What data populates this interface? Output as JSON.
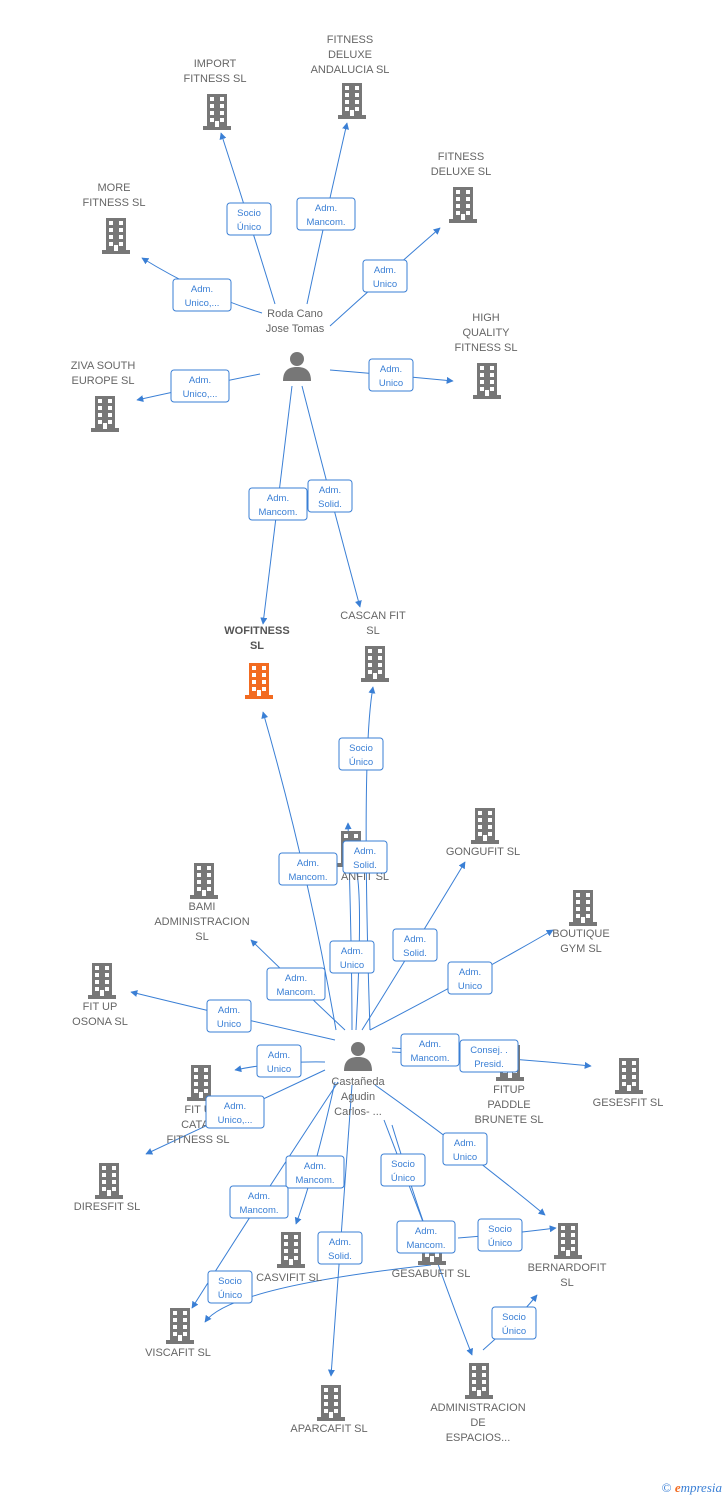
{
  "colors": {
    "edge": "#3a7fd5",
    "building": "#777777",
    "focus_building": "#f26b21",
    "person": "#777777"
  },
  "people": [
    {
      "id": "p1",
      "lines": [
        "Roda Cano",
        "Jose Tomas"
      ]
    },
    {
      "id": "p2",
      "lines": [
        "Castañeda",
        "Agudin",
        "Carlos- ..."
      ]
    }
  ],
  "companies": [
    {
      "id": "import",
      "lines": [
        "IMPORT",
        "FITNESS  SL"
      ]
    },
    {
      "id": "deluxe_and",
      "lines": [
        "FITNESS",
        "DELUXE",
        "ANDALUCIA  SL"
      ]
    },
    {
      "id": "deluxe",
      "lines": [
        "FITNESS",
        "DELUXE SL"
      ]
    },
    {
      "id": "more",
      "lines": [
        "MORE",
        "FITNESS  SL"
      ]
    },
    {
      "id": "high",
      "lines": [
        "HIGH",
        "QUALITY",
        "FITNESS SL"
      ]
    },
    {
      "id": "ziva",
      "lines": [
        "ZIVA SOUTH",
        "EUROPE  SL"
      ]
    },
    {
      "id": "wofitness",
      "lines": [
        "WOFITNESS",
        "SL"
      ],
      "focus": true
    },
    {
      "id": "cascan",
      "lines": [
        "CASCAN FIT",
        "SL"
      ]
    },
    {
      "id": "anfit",
      "lines": [
        "ANFIT  SL"
      ]
    },
    {
      "id": "gongufit",
      "lines": [
        "GONGUFIT  SL"
      ]
    },
    {
      "id": "bami",
      "lines": [
        "BAMI",
        "ADMINISTRACION",
        "SL"
      ]
    },
    {
      "id": "boutique",
      "lines": [
        "BOUTIQUE",
        "GYM  SL"
      ]
    },
    {
      "id": "fitup_osona",
      "lines": [
        "FIT UP",
        "OSONA  SL"
      ]
    },
    {
      "id": "gesesfit",
      "lines": [
        "GESESFIT SL"
      ]
    },
    {
      "id": "fitup_paddle",
      "lines": [
        "FITUP",
        "PADDLE",
        "BRUNETE  SL"
      ]
    },
    {
      "id": "fitup_cat",
      "lines": [
        "FIT U",
        "CATAL",
        "FITNESS  SL"
      ]
    },
    {
      "id": "diresfit",
      "lines": [
        "DIRESFIT  SL"
      ]
    },
    {
      "id": "casvifit",
      "lines": [
        "CASVIFIT  SL"
      ]
    },
    {
      "id": "gesabufit",
      "lines": [
        "GESABUFIT  SL"
      ]
    },
    {
      "id": "bernardofit",
      "lines": [
        "BERNARDOFIT",
        "SL"
      ]
    },
    {
      "id": "viscafit",
      "lines": [
        "VISCAFIT  SL"
      ]
    },
    {
      "id": "admin_esp",
      "lines": [
        "ADMINISTRACION",
        "DE",
        "ESPACIOS..."
      ]
    },
    {
      "id": "aparcafit",
      "lines": [
        "APARCAFIT  SL"
      ]
    }
  ],
  "relations": [
    {
      "from": "p1",
      "to": "import",
      "label": [
        "Socio",
        "Único"
      ]
    },
    {
      "from": "p1",
      "to": "deluxe_and",
      "label": [
        "Adm.",
        "Mancom."
      ]
    },
    {
      "from": "p1",
      "to": "deluxe",
      "label": [
        "Adm.",
        "Unico"
      ]
    },
    {
      "from": "p1",
      "to": "more",
      "label": [
        "Adm.",
        "Unico,..."
      ]
    },
    {
      "from": "p1",
      "to": "high",
      "label": [
        "Adm.",
        "Unico"
      ]
    },
    {
      "from": "p1",
      "to": "ziva",
      "label": [
        "Adm.",
        "Unico,..."
      ]
    },
    {
      "from": "p1",
      "to": "wofitness",
      "label": [
        "Adm.",
        "Mancom."
      ]
    },
    {
      "from": "p1",
      "to": "cascan",
      "label": [
        "Adm.",
        "Solid."
      ]
    },
    {
      "from": "p2",
      "to": "cascan",
      "label": [
        "Socio",
        "Único"
      ]
    },
    {
      "from": "p2",
      "to": "wofitness",
      "label": [
        "Adm.",
        "Mancom."
      ]
    },
    {
      "from": "p2",
      "to": "anfit",
      "label": [
        "Adm.",
        "Solid."
      ]
    },
    {
      "from": "p2",
      "to": "anfit",
      "label": [
        "Adm.",
        "Unico"
      ]
    },
    {
      "from": "p2",
      "to": "gongufit",
      "label": [
        "Adm.",
        "Solid."
      ]
    },
    {
      "from": "p2",
      "to": "bami",
      "label": [
        "Adm.",
        "Mancom."
      ]
    },
    {
      "from": "p2",
      "to": "boutique",
      "label": [
        "Adm.",
        "Unico"
      ]
    },
    {
      "from": "p2",
      "to": "fitup_osona",
      "label": [
        "Adm.",
        "Unico"
      ]
    },
    {
      "from": "p2",
      "to": "fitup_paddle",
      "label": [
        "Adm.",
        "Mancom."
      ]
    },
    {
      "from": "p2",
      "to": "gesesfit",
      "label": [
        "Consej. .",
        "Presid."
      ]
    },
    {
      "from": "p2",
      "to": "fitup_cat",
      "label": [
        "Adm.",
        "Unico"
      ]
    },
    {
      "from": "p2",
      "to": "diresfit",
      "label": [
        "Adm.",
        "Unico,..."
      ]
    },
    {
      "from": "p2",
      "to": "casvifit",
      "label": [
        "Adm.",
        "Mancom."
      ]
    },
    {
      "from": "p2",
      "to": "viscafit",
      "label": [
        "Adm.",
        "Mancom."
      ]
    },
    {
      "from": "p2",
      "to": "gesabufit",
      "label": [
        "Socio",
        "Único"
      ]
    },
    {
      "from": "p2",
      "to": "bernardofit",
      "label": [
        "Adm.",
        "Unico"
      ]
    },
    {
      "from": "p2",
      "to": "aparcafit",
      "label": [
        "Adm.",
        "Solid."
      ]
    },
    {
      "from": "p2",
      "to": "admin_esp",
      "label": [
        "Adm.",
        "Mancom."
      ]
    },
    {
      "from": "gesabufit",
      "to": "viscafit",
      "label": [
        "Socio",
        "Único"
      ]
    },
    {
      "from": "gesabufit",
      "to": "bernardofit",
      "label": [
        "Socio",
        "Único"
      ]
    },
    {
      "from": "admin_esp",
      "to": "bernardofit",
      "label": [
        "Socio",
        "Único"
      ]
    }
  ],
  "footer": {
    "copyright": "©",
    "brand_first": "e",
    "brand_rest": "mpresia"
  }
}
